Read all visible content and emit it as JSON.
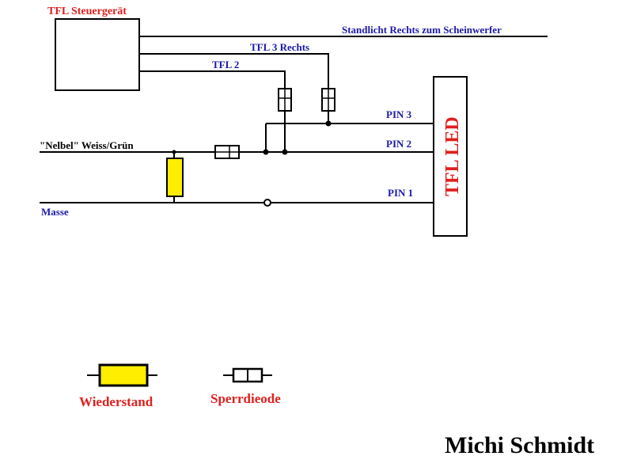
{
  "diagram": {
    "control_unit_label": "TFL Steuergerät",
    "wires": {
      "standlicht": "Standlicht Rechts zum Scheinwerfer",
      "tfl3": "TFL 3 Rechts",
      "tfl2": "TFL 2",
      "nebel": "\"Nelbel\" Weiss/Grün",
      "masse": "Masse"
    },
    "pins": {
      "pin3": "PIN 3",
      "pin2": "PIN 2",
      "pin1": "PIN 1"
    },
    "led_label": "TFL LED"
  },
  "legend": {
    "resistor_label": "Wiederstand",
    "diode_label": "Sperrdieode"
  },
  "author": "Michi Schmidt",
  "colors": {
    "title_red": "#e0201e",
    "wire_label_blue": "#1a1aa8",
    "resistor_fill": "#ffee00"
  }
}
